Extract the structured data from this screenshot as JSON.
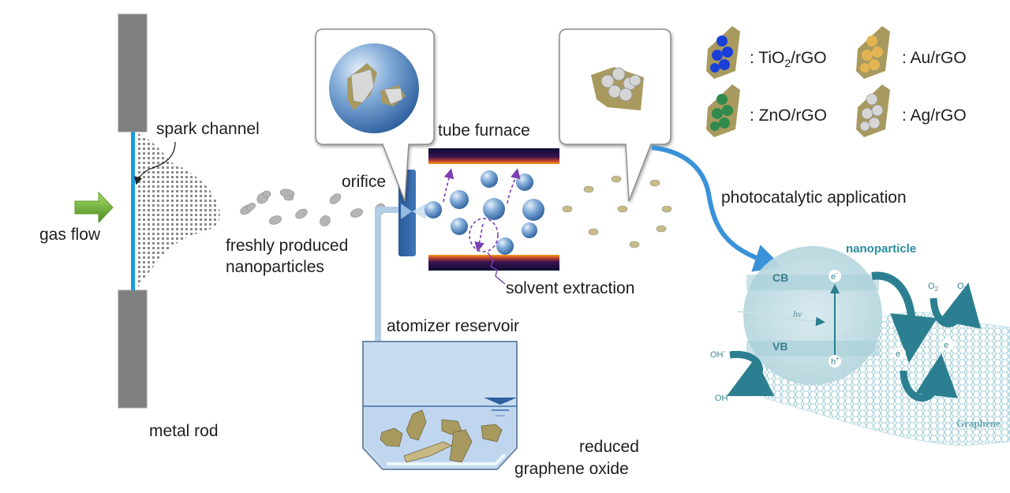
{
  "labels": {
    "spark_channel": "spark channel",
    "gas_flow": "gas flow",
    "metal_rod": "metal rod",
    "freshly_produced_line1": "freshly produced",
    "freshly_produced_line2": "nanoparticles",
    "orifice": "orifice",
    "tube_furnace": "tube furnace",
    "solvent_extraction": "solvent extraction",
    "atomizer_reservoir": "atomizer reservoir",
    "reduced_line1": "reduced",
    "reduced_line2": "graphene oxide",
    "photocatalytic_application": "photocatalytic application"
  },
  "legend": [
    {
      "prefix": ": TiO",
      "sub": "2",
      "suffix": "/rGO",
      "color": "#1a3fd8"
    },
    {
      "prefix": ": Au/rGO",
      "sub": "",
      "suffix": "",
      "color": "#e3b552"
    },
    {
      "prefix": ": ZnO/rGO",
      "sub": "",
      "suffix": "",
      "color": "#2f8a4c"
    },
    {
      "prefix": ": Ag/rGO",
      "sub": "",
      "suffix": "",
      "color": "#cfcfcf"
    }
  ],
  "photocatalysis": {
    "title": "nanoparticle",
    "cb": "CB",
    "vb": "VB",
    "electron": "e",
    "electron_sup": "-",
    "hole": "h",
    "hole_sup": "+",
    "hv": "hv",
    "oh_minus": "OH",
    "oh_minus_sup": "-",
    "oh_radical": "OH",
    "oh_radical_sup": "•",
    "o2": "O",
    "o2_sub": "2",
    "o2_radical": "O",
    "o2_radical_sub": "2",
    "o2_radical_sup": "-",
    "graphene": "Graphene"
  },
  "colors": {
    "rod": "#7f7f7f",
    "spark": "#1a9be0",
    "arrow_green": "#6fb63a",
    "orifice_blue": "#2c5f9e",
    "tube_pipe": "#b4cde6",
    "furnace_dark": "#10103a",
    "furnace_hot": "#f59a1c",
    "solvent_purple": "#7a3fb0",
    "flow_blue": "#3a92d8",
    "teal": "#2b8ea0",
    "rgo": "#a89a5f",
    "reservoir": "#c7dcf0"
  }
}
